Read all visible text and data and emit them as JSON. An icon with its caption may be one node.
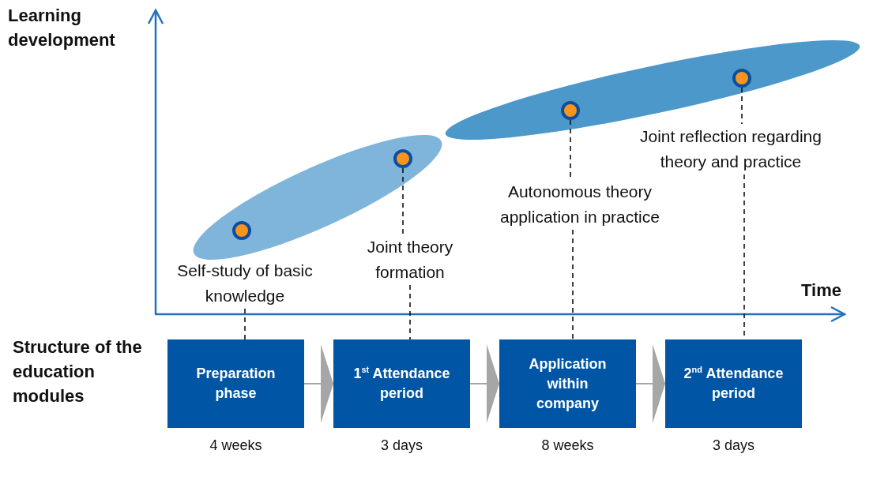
{
  "diagram": {
    "nodes": [
      {
        "text": [],
        "shape": "circle"
      },
      {
        "text": [],
        "shape": "circle"
      },
      {
        "text": [],
        "shape": "circle"
      },
      {
        "text": [],
        "shape": "circle"
      },
      {
        "text": [
          "Self-study of basic knowledge"
        ]
      },
      {
        "text": [
          "Joint theory formation"
        ]
      },
      {
        "text": [
          "Autonomous theory application in practice"
        ]
      },
      {
        "text": [
          "Joint reflection regarding theory and practice"
        ]
      },
      {
        "text": [
          "Preparation phase"
        ],
        "beside": [
          "4 weeks"
        ]
      },
      {
        "text": [
          "1$^{st}$ Attendance period"
        ],
        "beside": [
          "3 days"
        ]
      },
      {
        "text": [
          "Application within company"
        ],
        "beside": [
          "8 weeks"
        ]
      },
      {
        "text": [
          "2$^{nd}$ Attendance period"
        ],
        "beside": [
          "3 days"
        ]
      }
    ],
    "edges": [
      {
        "from": 1,
        "to": 5,
        "arrow": "none",
        "style": "dashed"
      },
      {
        "from": 2,
        "to": 6,
        "arrow": "none",
        "style": "dashed"
      },
      {
        "from": 3,
        "to": 7,
        "arrow": "none",
        "style": "dashed"
      },
      {
        "from": 4,
        "to": 8,
        "arrow": "none",
        "style": "dashed"
      },
      {
        "from": 5,
        "to": 9,
        "arrow": "none",
        "style": "dashed"
      },
      {
        "from": 6,
        "to": 10,
        "arrow": "none",
        "style": "dashed"
      },
      {
        "from": 7,
        "to": 11,
        "arrow": "none",
        "style": "dashed"
      },
      {
        "from": 8,
        "to": 9,
        "arrow": "to",
        "color": "#a6a6a6"
      },
      {
        "from": 9,
        "to": 10,
        "arrow": "to",
        "color": "#a6a6a6"
      },
      {
        "from": 10,
        "to": 11,
        "arrow": "to",
        "color": "#a6a6a6"
      }
    ],
    "labels": [
      "Learning development",
      "Time",
      "Structure of the education modules"
    ]
  }
}
